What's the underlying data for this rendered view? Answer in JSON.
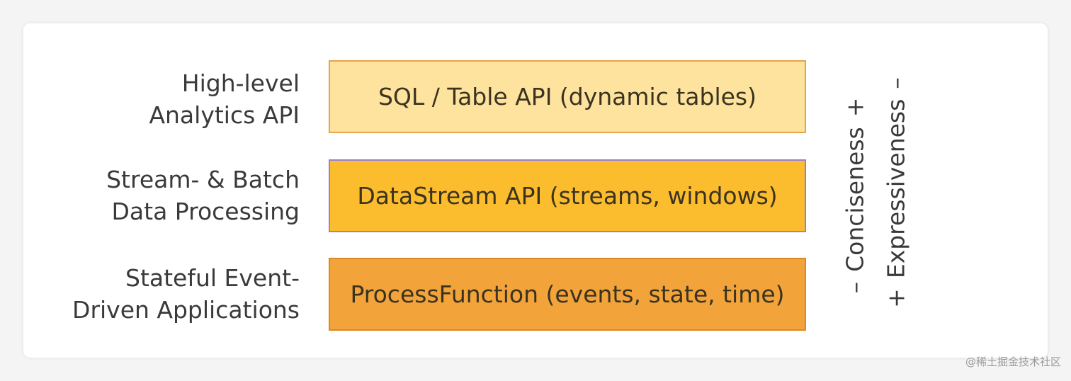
{
  "layers": [
    {
      "label_lines": [
        "High-level",
        "Analytics API"
      ],
      "box_text": "SQL / Table API (dynamic tables)",
      "fill": "#fde39e",
      "border": "#e5a44f"
    },
    {
      "label_lines": [
        "Stream- & Batch",
        "Data Processing"
      ],
      "box_text": "DataStream API (streams, windows)",
      "fill": "#fbbd2d",
      "border": "#9b7fd0"
    },
    {
      "label_lines": [
        "Stateful Event-",
        "Driven Applications"
      ],
      "box_text": "ProcessFunction (events, state, time)",
      "fill": "#f2a33a",
      "border": "#d88a27"
    }
  ],
  "axes": {
    "conciseness": {
      "minus": "–",
      "text": "Conciseness",
      "plus": "+"
    },
    "expressiveness": {
      "plus": "+",
      "text": "Expressiveness",
      "minus": "–"
    }
  },
  "watermark": "@稀土掘金技术社区"
}
